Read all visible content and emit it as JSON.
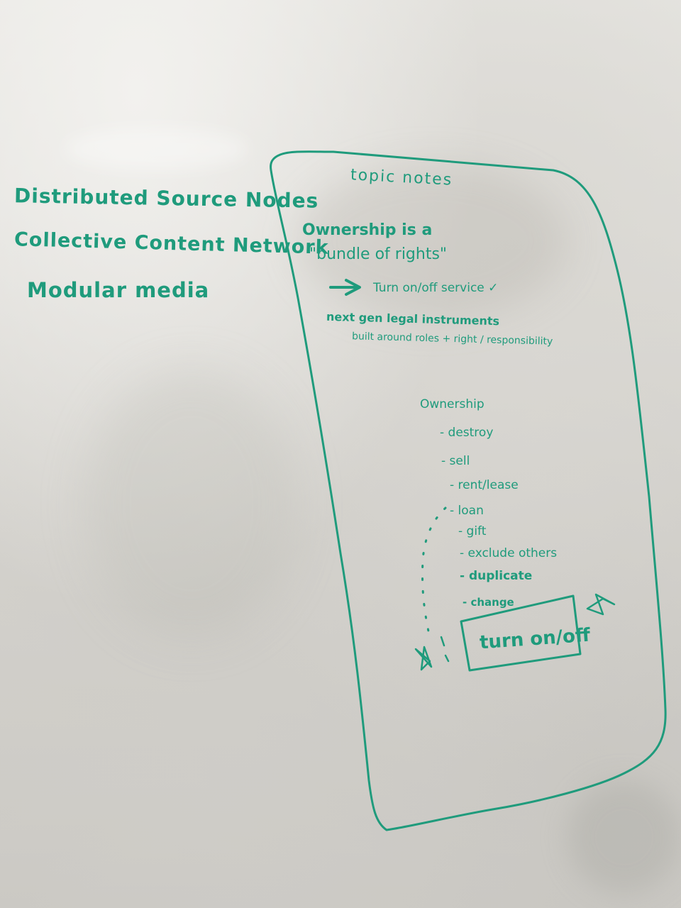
{
  "whiteboard": {
    "left_list": [
      "Distributed Source Nodes",
      "Collective Content Network",
      "Modular media"
    ],
    "box_title": "topic notes",
    "ownership_line1": "Ownership is a",
    "ownership_line2": "\"bundle of rights\"",
    "arrow_item": "Turn on/off service ✓",
    "nextgen_line1": "next gen legal instruments",
    "nextgen_line2": "built around roles + right / responsibility",
    "list_heading": "Ownership",
    "rights": [
      "- destroy",
      "- sell",
      "- rent/lease",
      "- loan",
      "- gift",
      "- exclude others",
      "- duplicate",
      "- change"
    ],
    "highlight": "turn on/off",
    "ink_color": "#1f9b7c"
  }
}
